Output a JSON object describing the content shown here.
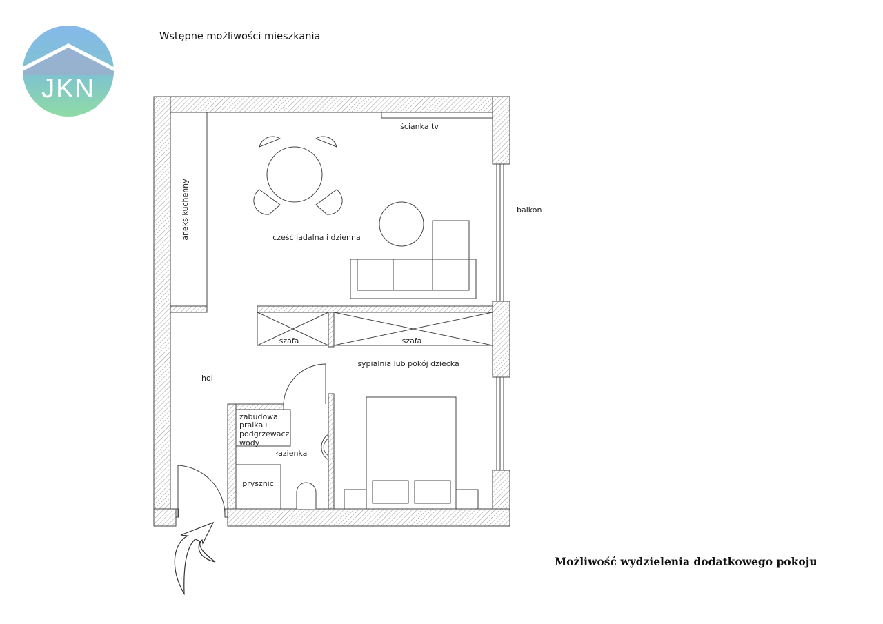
{
  "header": {
    "logo_text": "JKN",
    "title": "Wstępne możliwości mieszkania"
  },
  "plan": {
    "rooms": {
      "kitchen": "aneks kuchenny",
      "living": "część jadalna i dzienna",
      "tv_wall": "ścianka tv",
      "balcony": "balkon",
      "wardrobe_1": "szafa",
      "wardrobe_2": "szafa",
      "bedroom": "sypialnia lub pokój dziecka",
      "hall": "hol",
      "utility_1": "zabudowa",
      "utility_2": "pralka+",
      "utility_3": "podgrzewacz",
      "utility_4": "wody",
      "bathroom": "łazienka",
      "shower": "prysznic"
    }
  },
  "footer": {
    "caption": "Możliwość wydzielenia dodatkowego pokoju"
  },
  "colors": {
    "wall_hatch": "#9a9a9a",
    "line": "#444444",
    "logo_top": "#8fbfe8",
    "logo_bottom": "#8fd9a8",
    "logo_roof": "#9fa3c8"
  }
}
